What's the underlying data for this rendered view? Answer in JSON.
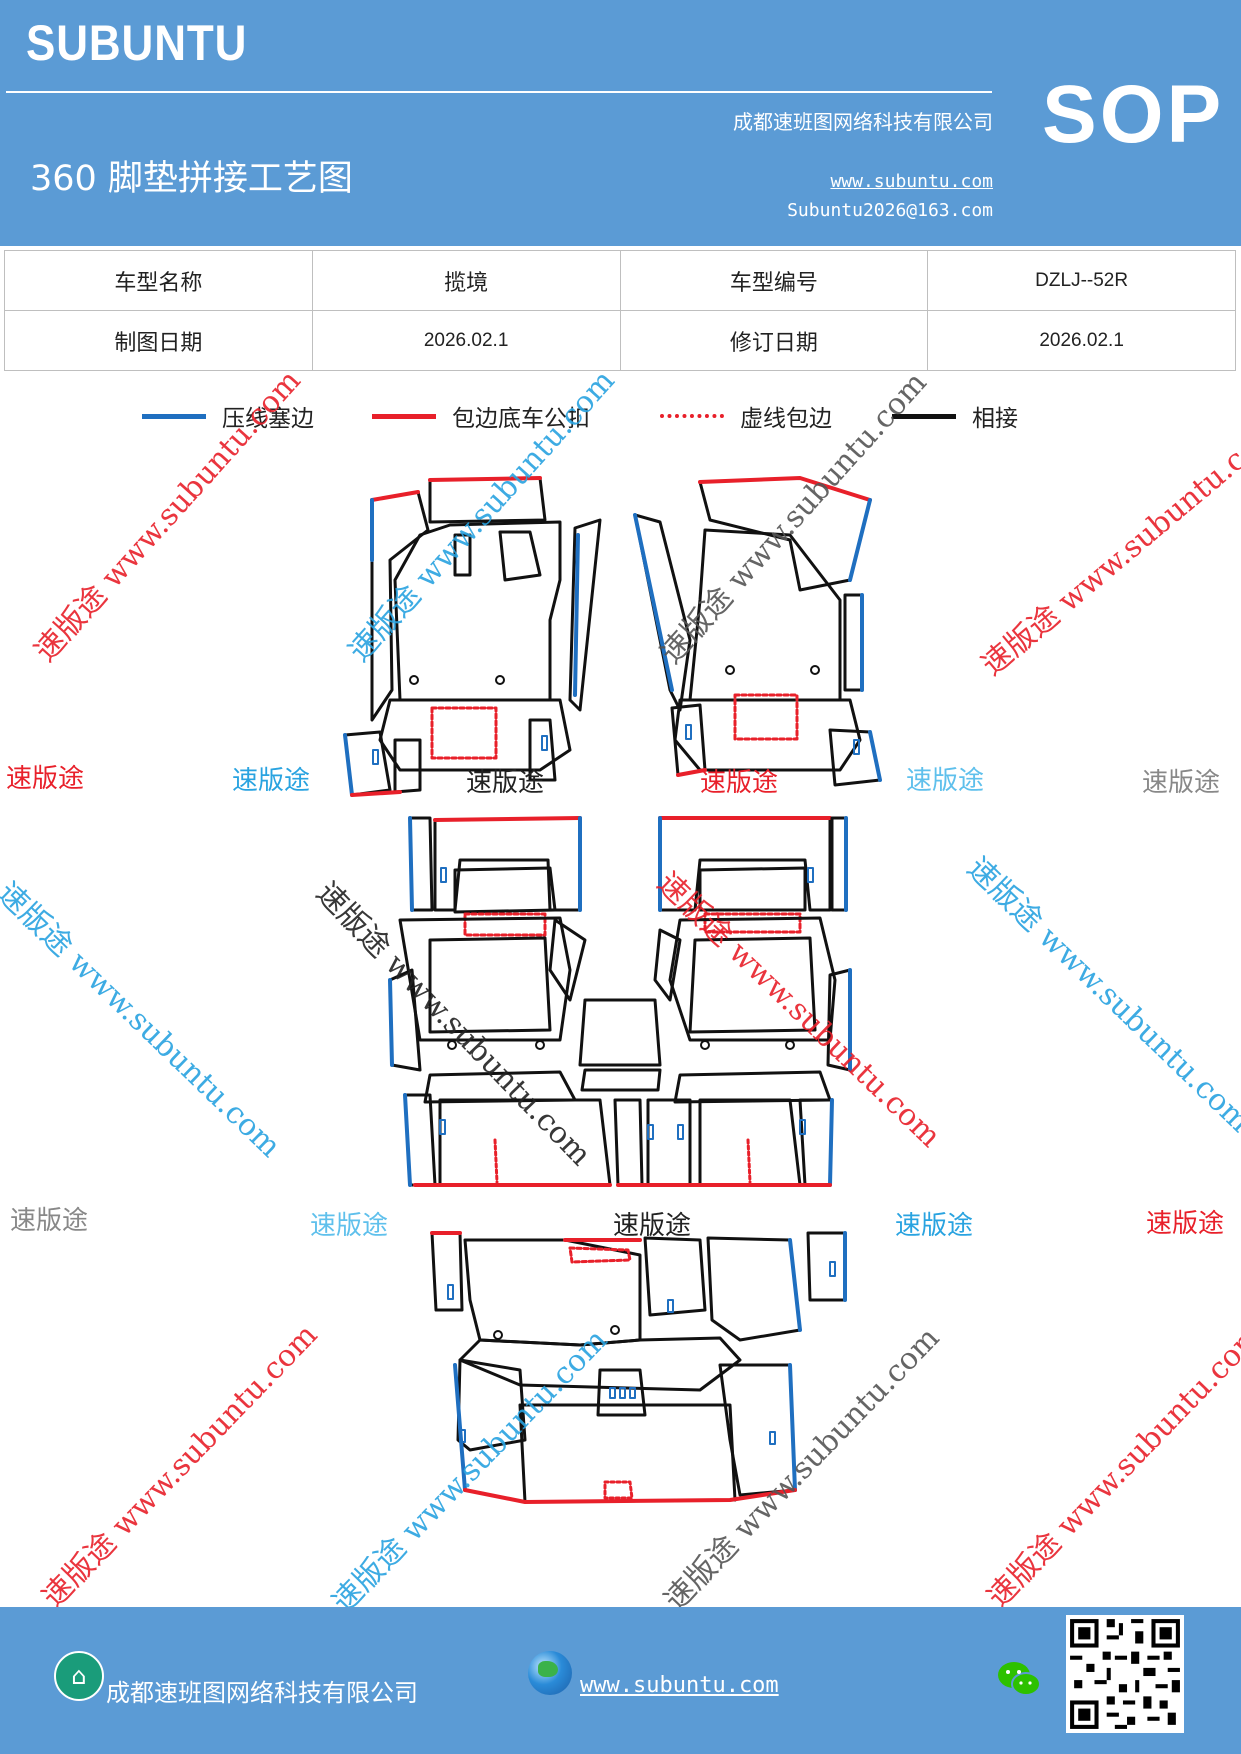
{
  "header": {
    "brand": "SUBUNTU",
    "title": "360 脚垫拼接工艺图",
    "company": "成都速班图网络科技有限公司",
    "website": "www.subuntu.com",
    "email": "Subuntu2026@163.com",
    "badge": "SOP"
  },
  "info": {
    "model_name_label": "车型名称",
    "model_name": "揽境",
    "model_code_label": "车型编号",
    "model_code": "DZLJ--52R",
    "draw_date_label": "制图日期",
    "draw_date": "2026.02.1",
    "revise_date_label": "修订日期",
    "revise_date": "2026.02.1"
  },
  "legend": [
    {
      "label": "压线塞边",
      "color": "#1f6fc0",
      "style": "solid"
    },
    {
      "label": "包边底车公扣",
      "color": "#e8202a",
      "style": "solid"
    },
    {
      "label": "虚线包边",
      "color": "#e8202a",
      "style": "dotted"
    },
    {
      "label": "相接",
      "color": "#111111",
      "style": "solid"
    }
  ],
  "watermark": {
    "text": "速版途",
    "diag_text": "速版途 www.subuntu.com",
    "colors": {
      "red": "#e8202a",
      "blue": "#29a3e0",
      "gray": "#888888",
      "black": "#222222"
    }
  },
  "footer": {
    "company": "成都速班图网络科技有限公司",
    "website": "www.subuntu.com"
  },
  "icons": [
    "house-icon",
    "globe-icon",
    "wechat-icon",
    "qr-code"
  ]
}
